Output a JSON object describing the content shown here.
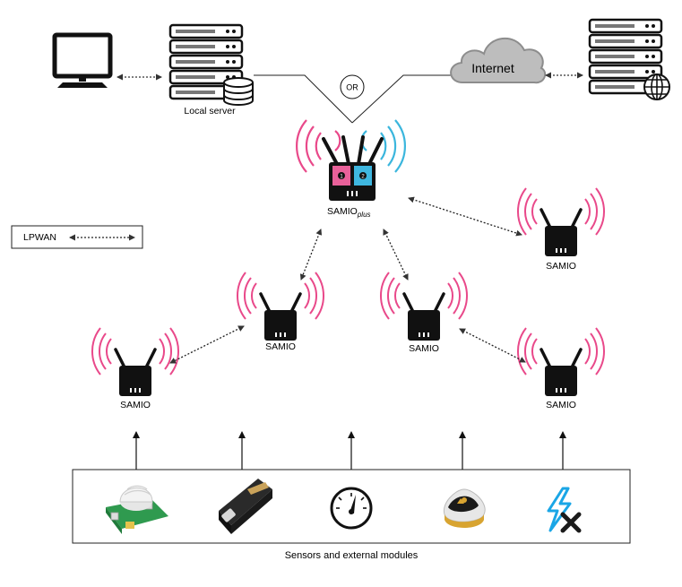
{
  "labels": {
    "local_server": "Local server",
    "or": "OR",
    "internet": "Internet",
    "samio_plus_main": "SAMIO",
    "samio_plus_sub": "plus",
    "samio": "SAMIO",
    "legend": "LPWAN",
    "sensors_caption": "Sensors and external modules",
    "gateway_port_1": "1",
    "gateway_port_2": "2"
  },
  "colors": {
    "signal_pink": "#e9498a",
    "signal_blue": "#3bb6dd",
    "port_pink": "#e9619a",
    "port_blue": "#3fb7e0",
    "device": "#111111",
    "cloud": "#bdbdbd",
    "lightning": "#1aa6e6"
  },
  "icons": {
    "computer": "desktop-monitor-icon",
    "local_server": "server-rack-with-database-icon",
    "cloud": "internet-cloud-icon",
    "web_server": "server-rack-with-globe-icon",
    "gateway": "samio-plus-gateway-icon",
    "node": "samio-node-icon",
    "sensors": [
      "pir-motion-sensor-icon",
      "connector-module-icon",
      "gauge-meter-icon",
      "triangle-sensor-module-icon",
      "power-cut-icon"
    ]
  }
}
